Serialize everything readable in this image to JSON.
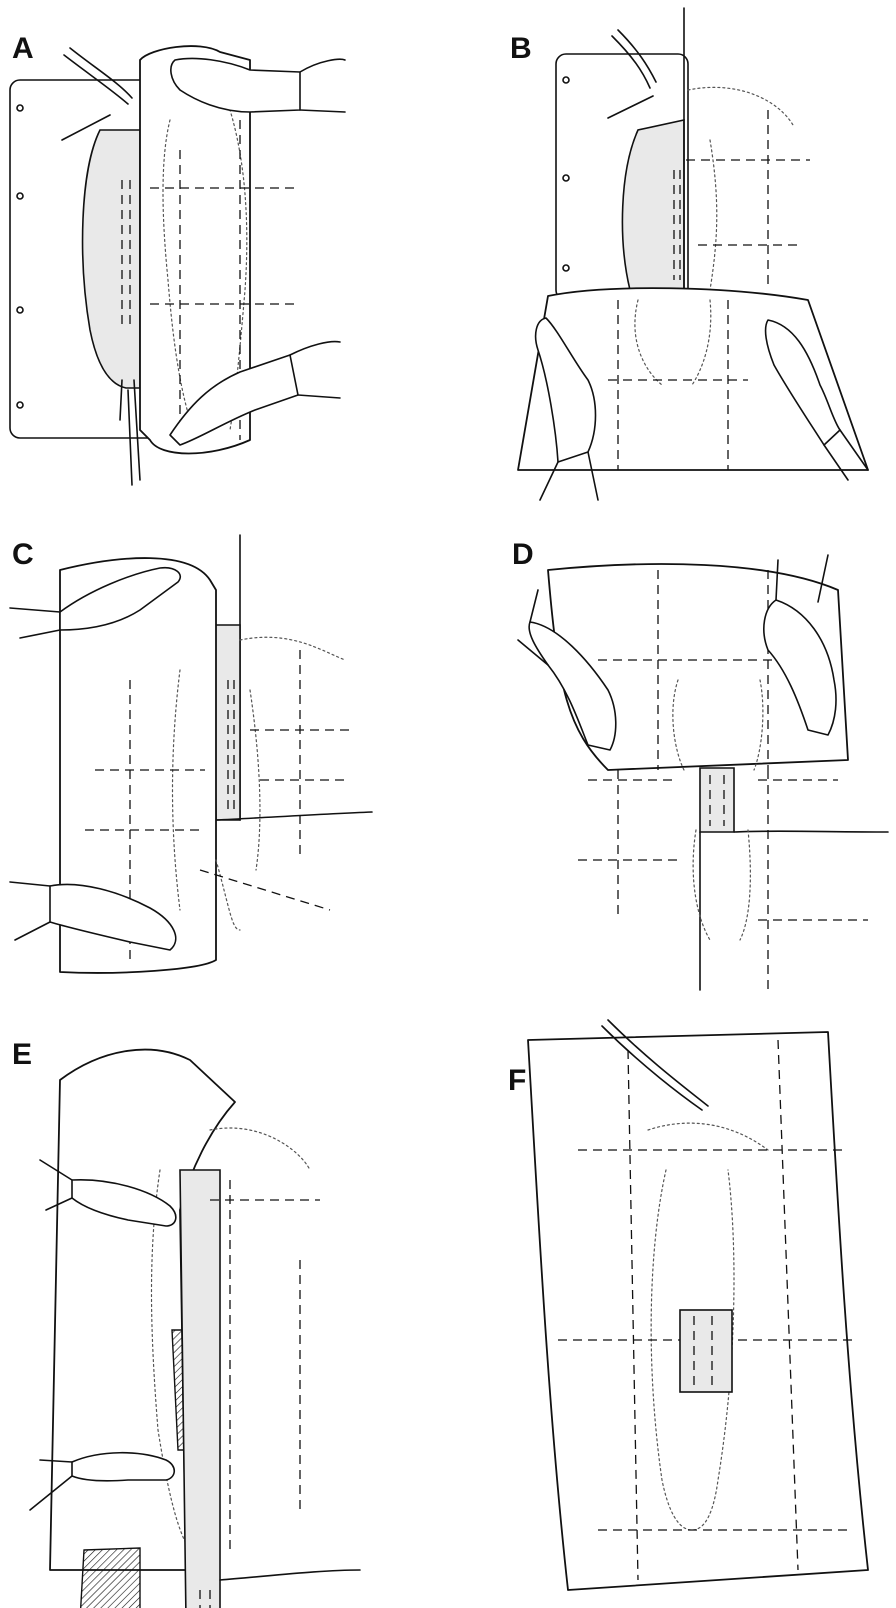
{
  "panels": [
    {
      "id": "A",
      "label": "A"
    },
    {
      "id": "B",
      "label": "B"
    },
    {
      "id": "C",
      "label": "C"
    },
    {
      "id": "D",
      "label": "D"
    },
    {
      "id": "E",
      "label": "E"
    },
    {
      "id": "F",
      "label": "F"
    }
  ]
}
